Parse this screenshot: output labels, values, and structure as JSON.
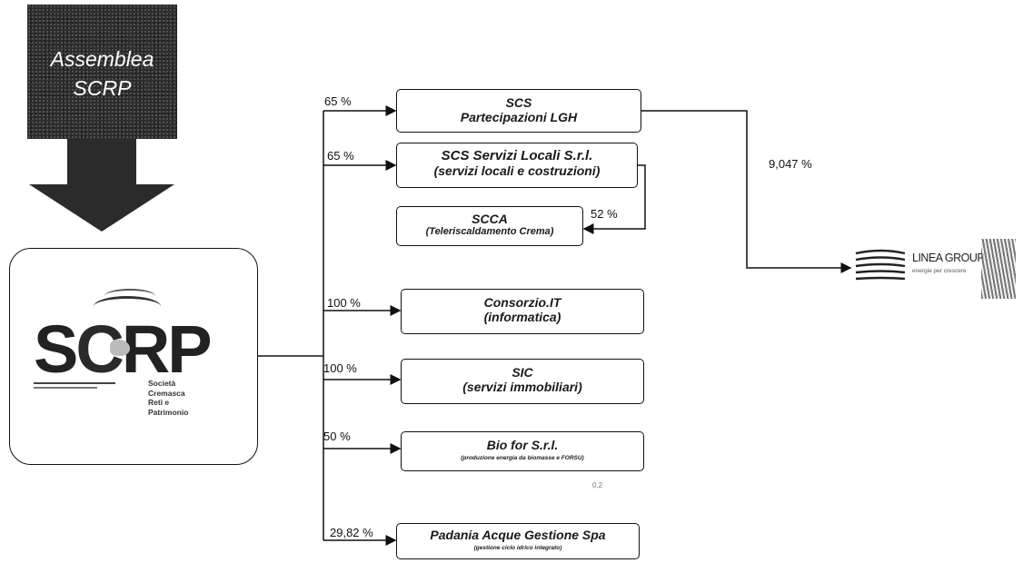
{
  "assembly": {
    "line1": "Assemblea",
    "line2": "SCRP"
  },
  "scrp_logo": {
    "word_s": "S",
    "word_c": "C",
    "word_rp": "RP",
    "subtitle_lines": [
      "Società",
      "Cremasca",
      "Reti e",
      "Patrimonio"
    ]
  },
  "companies": [
    {
      "id": "scs-partecipazioni",
      "line1": "SCS",
      "line2": "Partecipazioni LGH",
      "percent": "65 %"
    },
    {
      "id": "scs-servizi-locali",
      "line1": "SCS Servizi Locali S.r.l.",
      "line2": "(servizi locali e costruzioni)",
      "percent": "65 %"
    },
    {
      "id": "scca",
      "line1": "SCCA",
      "line2": "(Teleriscaldamento Crema)",
      "percent": "52 %"
    },
    {
      "id": "consorzio-it",
      "line1": "Consorzio.IT",
      "line2": "(informatica)",
      "percent": "100 %"
    },
    {
      "id": "sic",
      "line1": "SIC",
      "line2": "(servizi immobiliari)",
      "percent": "100 %"
    },
    {
      "id": "bio-for",
      "line1": "Bio for S.r.l.",
      "line2": "(produzione energia da biomasse e FORSU)",
      "percent": "50 %"
    },
    {
      "id": "padania-acque",
      "line1": "Padania Acque Gestione Spa",
      "line2": "(gestione ciclo idrico integrato)",
      "percent": "29,82 %"
    }
  ],
  "lgh": {
    "percent": "9,047 %",
    "name": "LINEA GROUP",
    "tagline": "energie per crescere"
  },
  "stray_mark": "0,2"
}
